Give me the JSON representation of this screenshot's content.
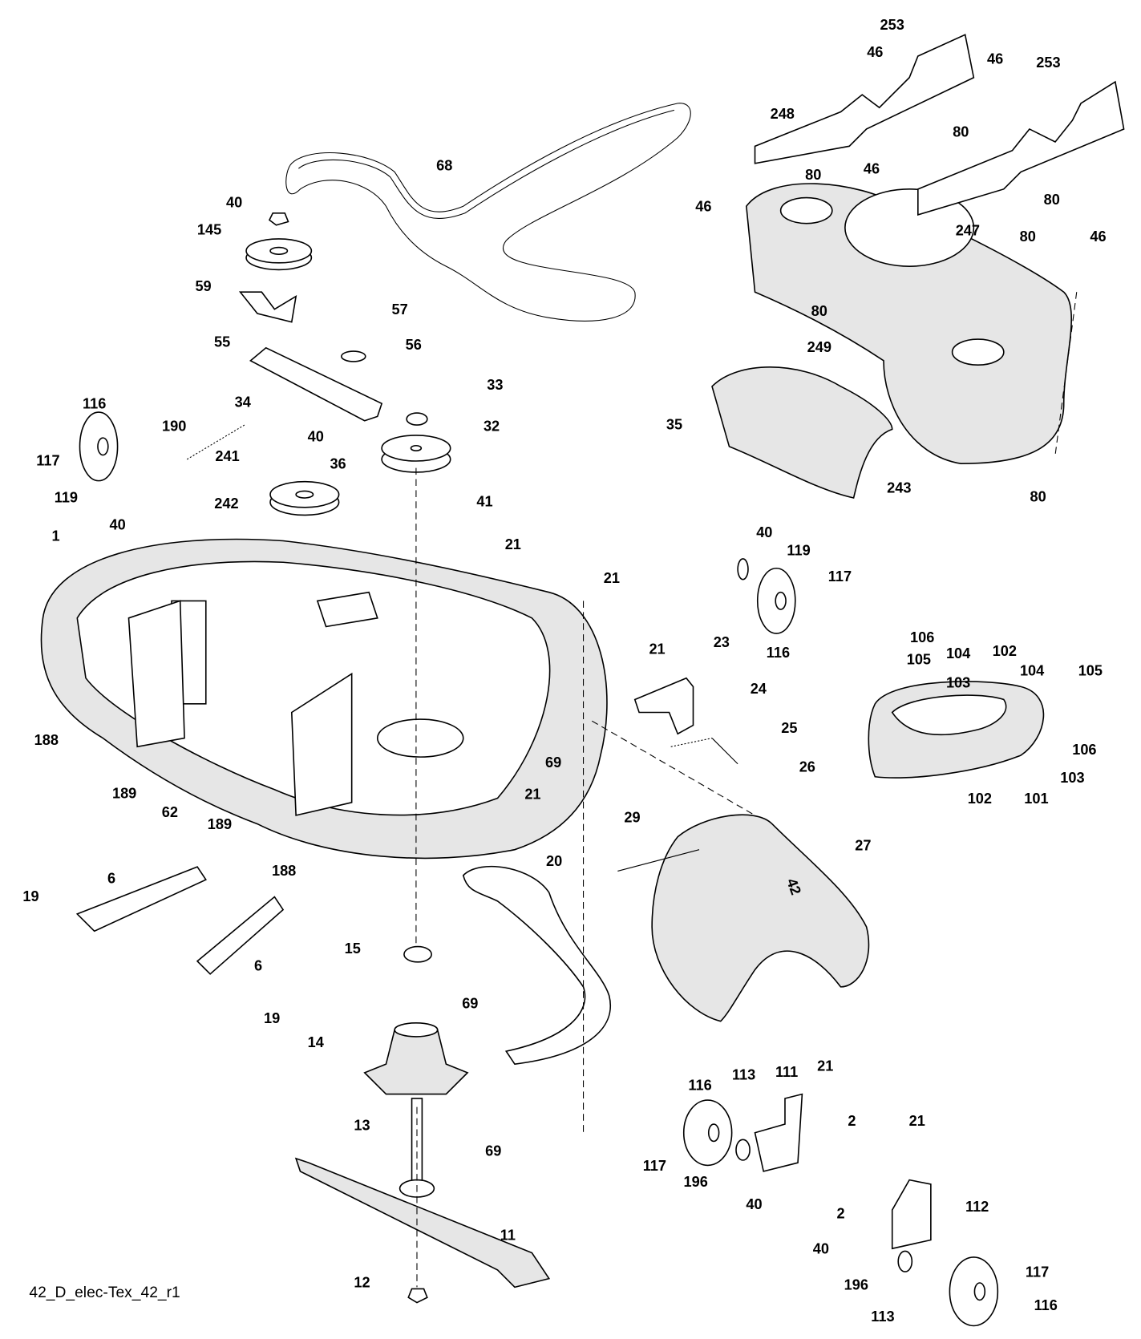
{
  "diagram": {
    "caption": "42_D_elec-Tex_42_r1",
    "deck_size_mark": "42",
    "labels": [
      "253",
      "46",
      "46",
      "253",
      "248",
      "80",
      "80",
      "46",
      "80",
      "46",
      "247",
      "80",
      "46",
      "80",
      "249",
      "35",
      "243",
      "80",
      "68",
      "40",
      "145",
      "59",
      "57",
      "55",
      "56",
      "33",
      "34",
      "32",
      "116",
      "190",
      "40",
      "117",
      "241",
      "36",
      "119",
      "40",
      "242",
      "41",
      "1",
      "21",
      "21",
      "40",
      "119",
      "117",
      "116",
      "106",
      "102",
      "105",
      "104",
      "104",
      "105",
      "103",
      "21",
      "23",
      "24",
      "25",
      "26",
      "106",
      "103",
      "102",
      "101",
      "188",
      "189",
      "62",
      "189",
      "69",
      "21",
      "188",
      "29",
      "27",
      "20",
      "19",
      "6",
      "6",
      "19",
      "15",
      "69",
      "14",
      "13",
      "69",
      "116",
      "113",
      "111",
      "21",
      "2",
      "21",
      "117",
      "196",
      "40",
      "2",
      "112",
      "40",
      "11",
      "196",
      "117",
      "12",
      "113",
      "116"
    ]
  }
}
